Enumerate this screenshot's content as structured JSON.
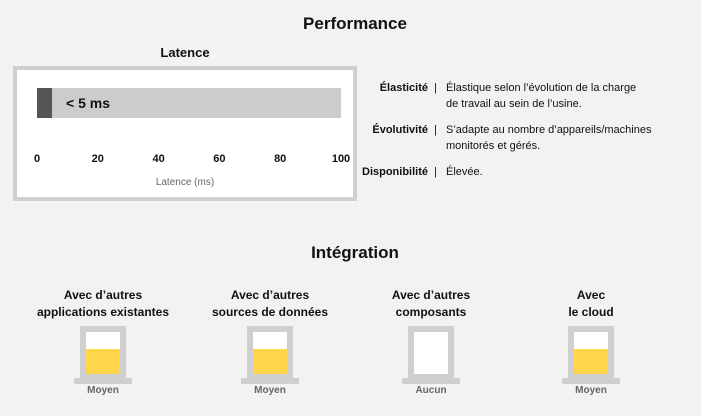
{
  "performance_title": "Performance",
  "latency": {
    "title": "Latence",
    "value_label": "< 5 ms",
    "value_max_ms": 5,
    "axis_ticks": [
      "0",
      "20",
      "40",
      "60",
      "80",
      "100"
    ],
    "axis_label": "Latence (ms)",
    "colors": {
      "fill": "#555555",
      "track": "#cccccc"
    }
  },
  "properties": [
    {
      "name": "Élasticité",
      "value": "Élastique selon l’évolution de la charge de travail au sein de l’usine."
    },
    {
      "name": "Évolutivité",
      "value": "S’adapte au nombre d’appareils/machines monitorés et gérés."
    },
    {
      "name": "Disponibilité",
      "value": "Élevée."
    }
  ],
  "separator": "|",
  "integration": {
    "title": "Intégration",
    "items": [
      {
        "label_line1": "Avec d’autres",
        "label_line2": "applications existantes",
        "level": "Moyen",
        "fill_fraction": 0.6
      },
      {
        "label_line1": "Avec d’autres",
        "label_line2": "sources de données",
        "level": "Moyen",
        "fill_fraction": 0.6
      },
      {
        "label_line1": "Avec d’autres",
        "label_line2": "composants",
        "level": "Aucun",
        "fill_fraction": 0.0
      },
      {
        "label_line1": "Avec",
        "label_line2": "le cloud",
        "level": "Moyen",
        "fill_fraction": 0.6
      }
    ],
    "colors": {
      "fill": "#ffd54a",
      "glass": "#cfcfcf"
    }
  }
}
